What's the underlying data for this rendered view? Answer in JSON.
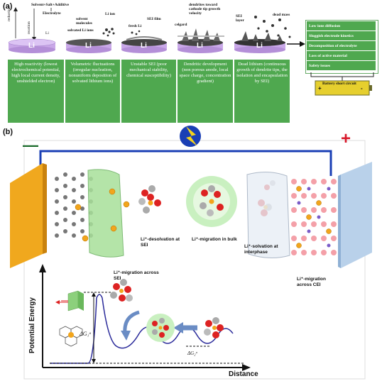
{
  "panel_a": {
    "label": "(a)",
    "top_annotations": {
      "solvent_salt_additive": "Solvent+Salt+Additive",
      "electrolyte": "Electrolyte",
      "reduction": "reduction",
      "reaction": "reaction",
      "li": "Li",
      "solvent_molecules": "solvent molecules",
      "solvated_li_ions": "solvated Li ions",
      "li_ion": "Li ion",
      "fresh_li": "fresh Li",
      "sei_film": "SEI film",
      "celgard": "celgard",
      "dendrites_toward": "dendrites toward cathode tip growth velocity",
      "sei_layer": "SEI layer",
      "dead_mass": "dead mass"
    },
    "disk_label": "Li",
    "boxes": [
      "High reactivity (lowest electrochemical potential, high local current density, unshielded electron)",
      "Volumetric fluctuations (irregular nucleation, nonuniform deposition of solvated lithium ions)",
      "Unstable SEI (poor mechanical stability, chemical susceptibility)",
      "Dendritic development (non porous anode, local space charge, concentration gradient)",
      "Dead lithium (continuous growth of dendrite tips, the isolation and encapsulation by SEI)"
    ],
    "issues": [
      "Low ions diffusion",
      "Sluggish electrode kinetics",
      "Decomposition of electrolyte",
      "Loss of active material",
      "Safety issues"
    ],
    "battery_label": "Battery short circuit",
    "battery_plus": "+",
    "battery_minus": "-"
  },
  "panel_b": {
    "label": "(b)",
    "minus": "—",
    "plus": "+",
    "desolvation": "Li⁺-desolvation at SEI",
    "migration_bulk": "Li⁺-migration in bulk",
    "solvation_interphase": "Li⁺-solvation at interphase",
    "migration_cei": "Li⁺-migration across CEI",
    "migration_sei": "Li⁺-migration across SEI",
    "y_axis": "Potential Energy",
    "x_axis": "Distance",
    "dg1": "ΔG₁ᵃ",
    "dg2": "ΔG₂ᵃ"
  },
  "colors": {
    "green_box": "#4fa84f",
    "wire": "#1a3fb5",
    "minus": "#1a6b2a",
    "plus": "#d8182a",
    "anode": "#f0a81e",
    "cathode": "#b9d1ea"
  }
}
